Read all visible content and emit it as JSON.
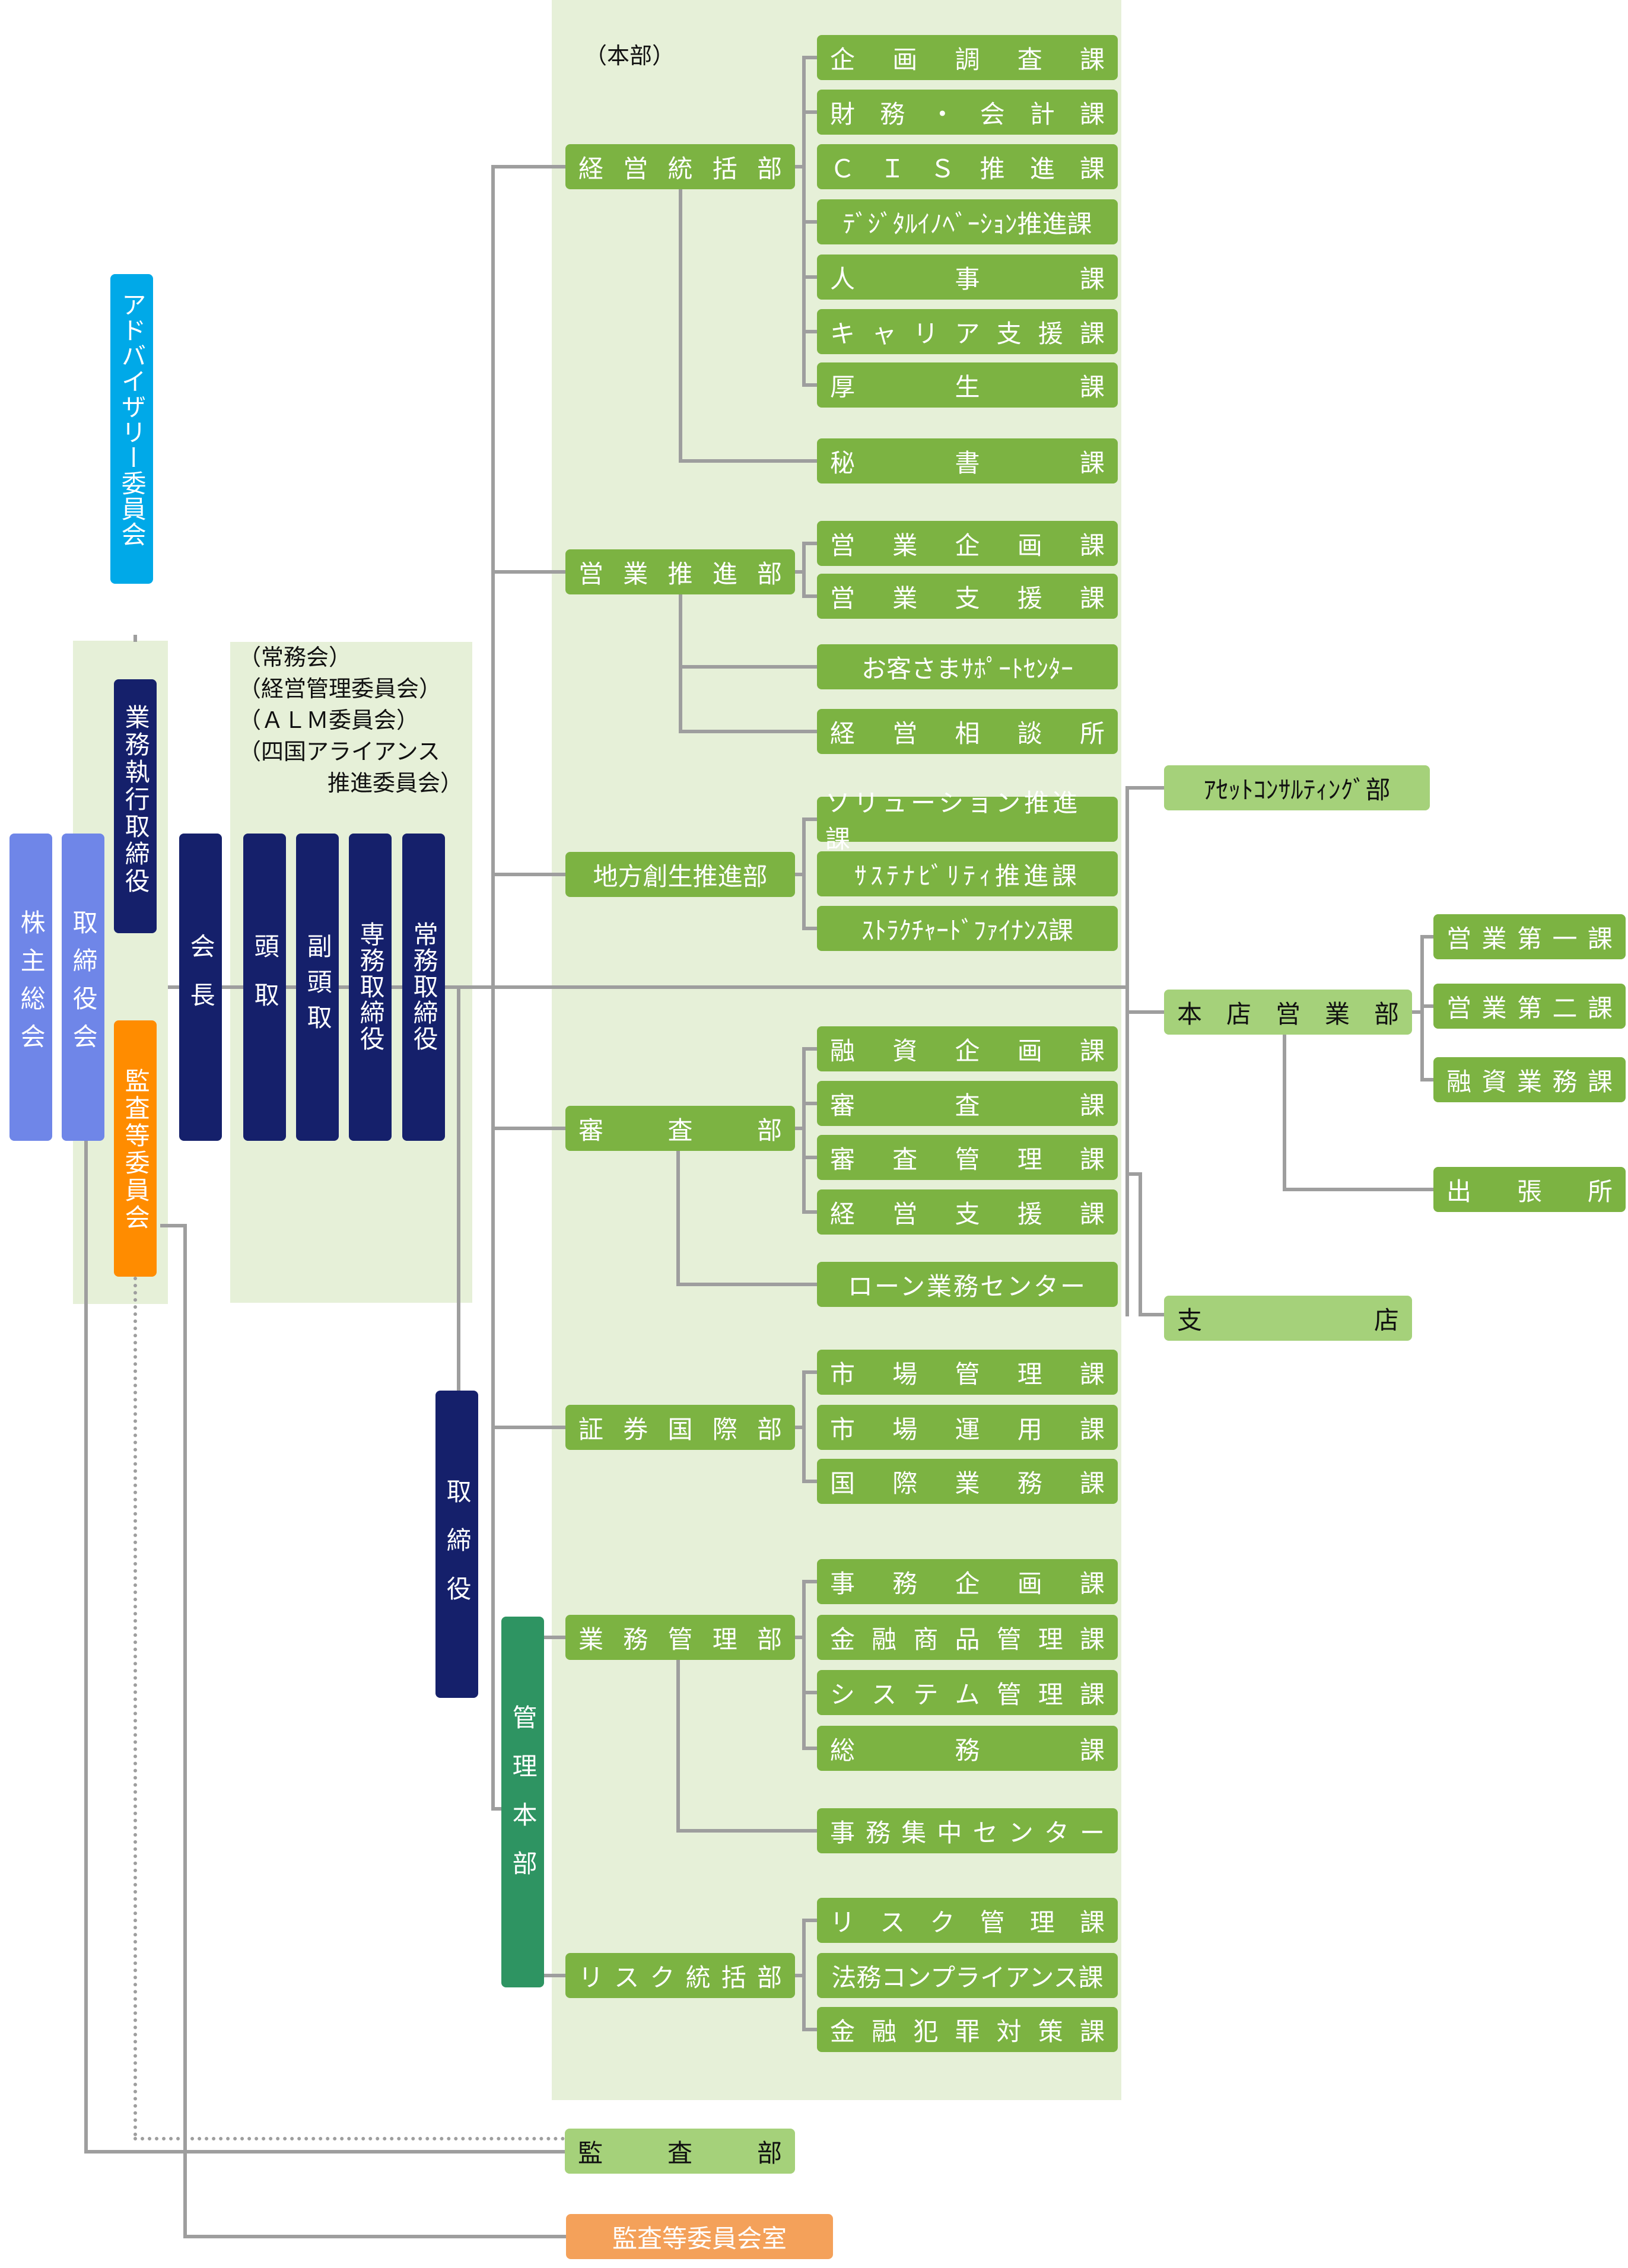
{
  "notes": {
    "honbu": "（本部）",
    "committees": [
      "（常務会）",
      "（経営管理委員会）",
      "（ＡＬＭ委員会）",
      "（四国アライアンス",
      "推進委員会）"
    ]
  },
  "vertical": {
    "advisory": "アドバイザリー委員会",
    "gyomu_shikko": "業務執行取締役",
    "kansa_iinkai": "監査等委員会",
    "kabunushi": "株主総会",
    "torishimariyakukai": "取締役会",
    "kaicho": "会長",
    "todori": "頭取",
    "fukutodori": "副頭取",
    "senmu": "専務取締役",
    "jomu": "常務取締役",
    "torishimariyaku": "取締役",
    "kanri_honbu": "管理本部"
  },
  "departments": {
    "keiei_tokatsu": "経営統括部",
    "eigyo_suishin": "営業推進部",
    "chiho_sosei": "地方創生推進部",
    "shinsa": "審査部",
    "shoken_kokusai": "証券国際部",
    "gyomu_kanri": "業務管理部",
    "risk_tokatsu": "リスク統括部",
    "kansa": "監査部",
    "kansa_iinkai_shitsu": "監査等委員会室"
  },
  "sections": {
    "kikaku_chosa": "企画調査課",
    "zaimu_kaikei": "財務・会計課",
    "cis": "ＣＩＳ推進課",
    "digital": "ﾃﾞｼﾞﾀﾙｲﾉﾍﾞｰｼｮﾝ推進課",
    "jinji": "人事課",
    "career": "キャリア支援課",
    "kosei": "厚生課",
    "hisho": "秘書課",
    "eigyo_kikaku": "営業企画課",
    "eigyo_shien": "営業支援課",
    "support_center": "お客さまｻﾎﾟｰﾄｾﾝﾀｰ",
    "keiei_sodan": "経営相談所",
    "solution": "ソリューション推進課",
    "sustainability": "ｻｽﾃﾅﾋﾞﾘﾃｨ推進課",
    "structured": "ｽﾄﾗｸﾁｬｰﾄﾞﾌｧｲﾅﾝｽ課",
    "yushi_kikaku": "融資企画課",
    "shinsa_ka": "審査課",
    "shinsa_kanri": "審査管理課",
    "keiei_shien": "経営支援課",
    "loan_center": "ローン業務センター",
    "shijo_kanri": "市場管理課",
    "shijo_unyo": "市場運用課",
    "kokusai_gyomu": "国際業務課",
    "jimu_kikaku": "事務企画課",
    "kinyu_shohin": "金融商品管理課",
    "system_kanri": "システム管理課",
    "somu": "総務課",
    "jimu_shuchu": "事務集中センター",
    "risk_kanri": "リスク管理課",
    "homu": "法務コンプライアンス課",
    "kinyu_hanzai": "金融犯罪対策課"
  },
  "branches": {
    "asset": "ｱｾｯﾄｺﾝｻﾙﾃｨﾝｸﾞ部",
    "honten": "本店営業部",
    "shiten": "支店",
    "eigyo1": "営業第一課",
    "eigyo2": "営業第二課",
    "yushi_gyomu": "融資業務課",
    "shuchojo": "出張所"
  },
  "colors": {
    "dept_green": "#7cb342",
    "branch_green": "#a5d17a",
    "navy": "#15206b",
    "periwinkle": "#6f86e8",
    "cyan": "#00a9e8",
    "orange": "#ff8c00",
    "teal_green": "#2e9462",
    "salmon": "#f4a15a",
    "panel": "#e6f0d8",
    "line": "#9e9e9e"
  }
}
